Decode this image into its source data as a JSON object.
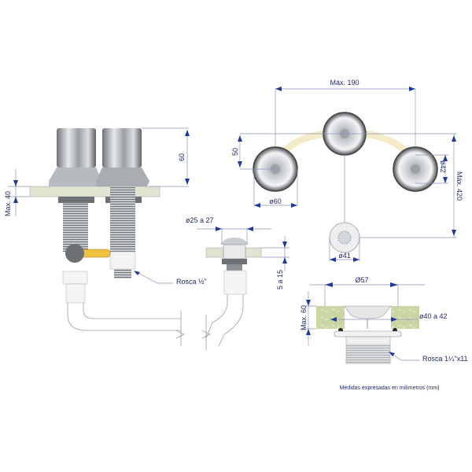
{
  "side_view": {
    "height_knob": "60",
    "max_counter": "Max. 40",
    "thread_label": "Rosca ½\""
  },
  "spout_view": {
    "hole_diameter": "ø25 a 27",
    "counter_range": "5 a 15"
  },
  "top_view": {
    "max_width": "Máx. 190",
    "offset": "50",
    "knob_diameter": "ø60",
    "inner_diameter": "ø42",
    "max_depth": "Máx. 420",
    "sprayer_diameter": "ø41"
  },
  "drain_view": {
    "flange_diameter": "Ø57",
    "max_counter": "Max. 60",
    "hole_diameter": "ø40 a 42",
    "thread_label": "Rosca 1¼\"x11"
  },
  "footnote": "Medidas expresadas en milímetros (mm)",
  "colors": {
    "dimension": "#1f2a6b",
    "pipe": "#f0c040",
    "stone": "#c9d8a8"
  }
}
